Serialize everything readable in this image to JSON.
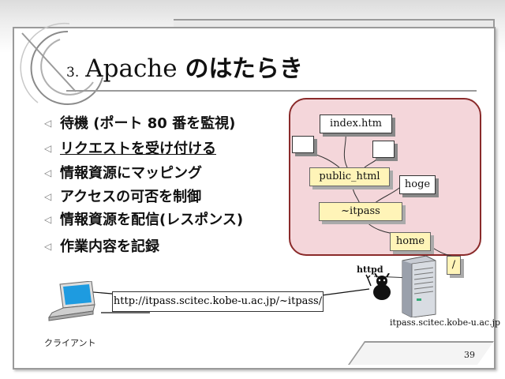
{
  "slide": {
    "number": "3.",
    "title_en": "Apache ",
    "title_jp": "のはたらき",
    "page": "39"
  },
  "bullets": [
    {
      "text": "待機 (ポート 80 番を監視)",
      "underline": false
    },
    {
      "text": "リクエストを受け付ける",
      "underline": true
    },
    {
      "text": "情報資源にマッピング",
      "underline": false
    },
    {
      "text": "アクセスの可否を制御",
      "underline": false
    },
    {
      "text": "情報資源を配信(レスポンス)",
      "underline": false
    },
    {
      "text": "作業内容を記録",
      "underline": false
    }
  ],
  "diagram": {
    "index_file": "index.htm",
    "public_html": "public_html",
    "hoge": "hoge",
    "itpass": "~itpass",
    "home": "home",
    "root": "/",
    "httpd": "httpd",
    "server_host": "itpass.scitec.kobe-u.ac.jp",
    "url": "http://itpass.scitec.kobe-u.ac.jp/~itpass/",
    "client": "クライアント"
  },
  "colors": {
    "panel_fill": "#f4d6da",
    "panel_border": "#8a2a2a",
    "folder_fill": "#fff4b8"
  }
}
